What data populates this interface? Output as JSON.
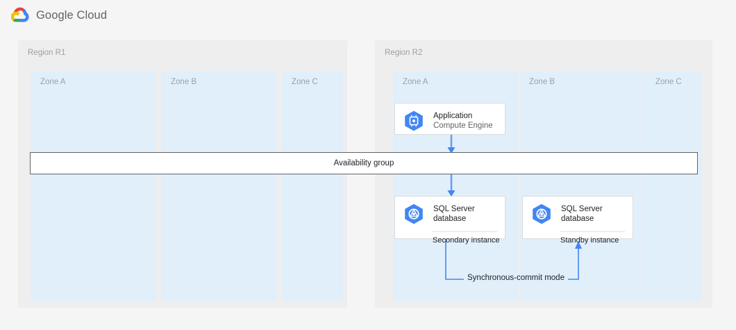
{
  "header": {
    "logo_icon": "google-cloud-logo",
    "wordmark": "Google Cloud"
  },
  "regions": [
    {
      "label": "Region R1",
      "zones": [
        {
          "label": "Zone A"
        },
        {
          "label": "Zone B"
        },
        {
          "label": "Zone C"
        }
      ]
    },
    {
      "label": "Region R2",
      "zones": [
        {
          "label": "Zone A"
        },
        {
          "label": "Zone B"
        },
        {
          "label": "Zone C"
        }
      ]
    }
  ],
  "availability_group": {
    "label": "Availability group"
  },
  "nodes": {
    "application": {
      "icon": "compute-engine-icon",
      "title": "Application",
      "subtitle": "Compute Engine"
    },
    "sql_secondary": {
      "icon": "sql-server-icon",
      "title_line1": "SQL Server",
      "title_line2": "database",
      "footer": "Secondary instance"
    },
    "sql_standby": {
      "icon": "sql-server-icon",
      "title_line1": "SQL Server",
      "title_line2": "database",
      "footer": "Standby instance"
    }
  },
  "connectors": {
    "sync_commit_label": "Synchronous-commit mode"
  },
  "colors": {
    "page_background": "#f5f5f5",
    "region_background": "#eeeeee",
    "zone_background": "#e1effb",
    "card_background": "#ffffff",
    "card_border": "#dadce0",
    "bar_border": "#5f6368",
    "arrow_blue": "#669df6",
    "connector_blue": "#4285f4",
    "icon_blue": "#4285f4",
    "label_gray": "#9aa0a6",
    "text_primary": "#202124"
  }
}
